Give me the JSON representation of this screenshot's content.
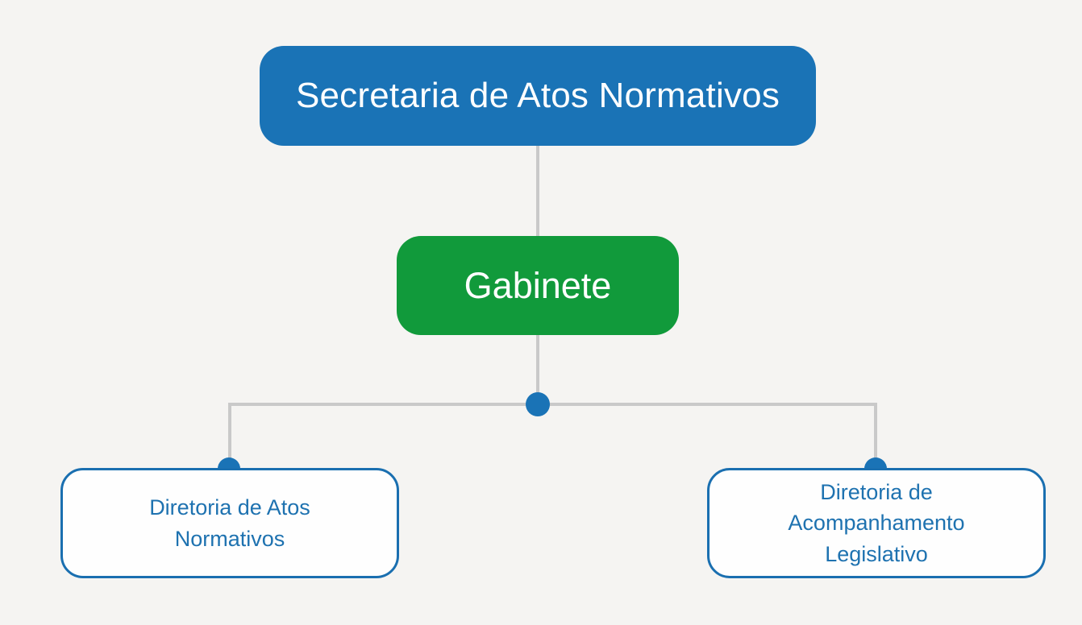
{
  "diagram": {
    "type": "org-chart",
    "nodes": {
      "root": {
        "id": "root",
        "label": "Secretaria de Atos Normativos",
        "fill": "#1a73b6",
        "text_color": "#ffffff"
      },
      "gabinete": {
        "id": "gabinete",
        "label": "Gabinete",
        "fill": "#119a3b",
        "text_color": "#ffffff"
      },
      "leaf_left": {
        "id": "leaf_left",
        "label": "Diretoria de Atos Normativos",
        "fill": "#fefefe",
        "text_color": "#1e72b0",
        "border_color": "#1a6fb0"
      },
      "leaf_right": {
        "id": "leaf_right",
        "label": "Diretoria de Acompanhamento Legislativo",
        "fill": "#fefefe",
        "text_color": "#1e72b0",
        "border_color": "#1a6fb0"
      }
    },
    "edges": [
      {
        "from": "root",
        "to": "gabinete"
      },
      {
        "from": "gabinete",
        "to": "leaf_left"
      },
      {
        "from": "gabinete",
        "to": "leaf_right"
      }
    ],
    "colors": {
      "background": "#f5f4f2",
      "connector": "#c9c9c9",
      "junction_dot": "#1a73b6"
    }
  }
}
